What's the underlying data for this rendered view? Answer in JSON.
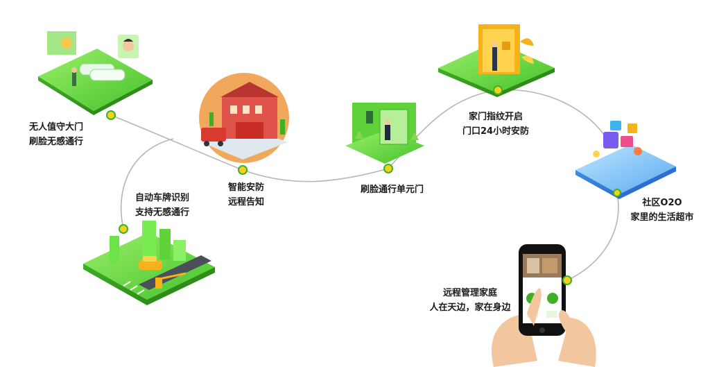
{
  "nodes": {
    "gate": {
      "line1": "无人值守大门",
      "line2": "刷脸无感通行"
    },
    "fire": {
      "line1": "智能安防",
      "line2": "远程告知"
    },
    "unit": {
      "line1": "刷脸通行单元门"
    },
    "lock": {
      "line1": "家门指纹开启",
      "line2": "门口24小时安防"
    },
    "market": {
      "line1": "社区O2O",
      "line2": "家里的生活超市"
    },
    "parking": {
      "line1": "自动车牌识别",
      "line2": "支持无感通行"
    },
    "phone": {
      "line1": "远程管理家庭",
      "line2": "人在天边，家在身边"
    }
  },
  "colors": {
    "accent_green": "#6fdc3a",
    "dark_green": "#3fb023",
    "node_yellow": "#f3d21f",
    "path_gray": "#b5b5b5",
    "fire_circle": "#f2a85c",
    "phone_body": "#111111",
    "hand": "#f2c7a0"
  }
}
